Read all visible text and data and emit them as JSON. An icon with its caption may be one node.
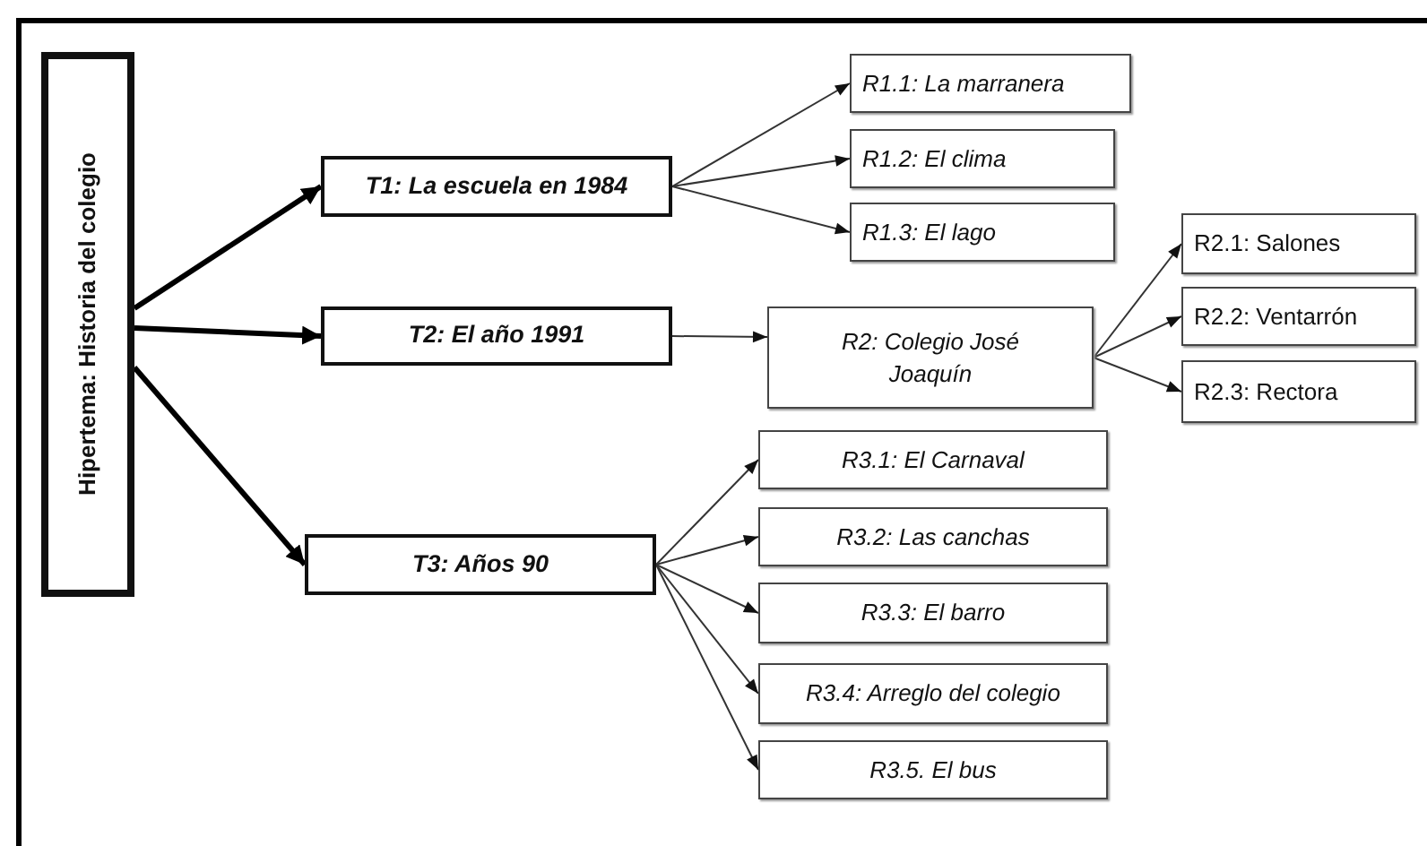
{
  "diagram": {
    "nodes": [
      {
        "text": [
          "Hipertema: Historia del colegio"
        ]
      },
      {
        "text": [
          "T1: La escuela en 1984"
        ]
      },
      {
        "text": [
          "R1.1: La marranera"
        ]
      },
      {
        "text": [
          "R1.2: El clima"
        ]
      },
      {
        "text": [
          "R1.3: El lago"
        ]
      },
      {
        "text": [
          "T2: El año 1991"
        ]
      },
      {
        "text": [
          "R2: Colegio José Joaquín"
        ]
      },
      {
        "text": [
          "R2.1: Salones"
        ]
      },
      {
        "text": [
          "R2.2: Ventarrón"
        ]
      },
      {
        "text": [
          "R2.3: Rectora"
        ]
      },
      {
        "text": [
          "T3: Años 90"
        ]
      },
      {
        "text": [
          "R3.1: El Carnaval"
        ]
      },
      {
        "text": [
          "R3.2: Las canchas"
        ]
      },
      {
        "text": [
          "R3.3: El barro"
        ]
      },
      {
        "text": [
          "R3.4: Arreglo del colegio"
        ]
      },
      {
        "text": [
          "R3.5. El bus"
        ]
      }
    ],
    "edges": [
      {
        "from": 0,
        "to": 1,
        "arrow": "to",
        "style": "thick"
      },
      {
        "from": 0,
        "to": 5,
        "arrow": "to",
        "style": "thick"
      },
      {
        "from": 0,
        "to": 10,
        "arrow": "to",
        "style": "thick"
      },
      {
        "from": 1,
        "to": 2,
        "arrow": "to"
      },
      {
        "from": 1,
        "to": 3,
        "arrow": "to"
      },
      {
        "from": 1,
        "to": 4,
        "arrow": "to"
      },
      {
        "from": 5,
        "to": 6,
        "arrow": "to"
      },
      {
        "from": 6,
        "to": 7,
        "arrow": "to"
      },
      {
        "from": 6,
        "to": 8,
        "arrow": "to"
      },
      {
        "from": 6,
        "to": 9,
        "arrow": "to"
      },
      {
        "from": 10,
        "to": 11,
        "arrow": "to"
      },
      {
        "from": 10,
        "to": 12,
        "arrow": "to"
      },
      {
        "from": 10,
        "to": 13,
        "arrow": "to"
      },
      {
        "from": 10,
        "to": 14,
        "arrow": "to"
      },
      {
        "from": 10,
        "to": 15,
        "arrow": "to"
      }
    ]
  }
}
